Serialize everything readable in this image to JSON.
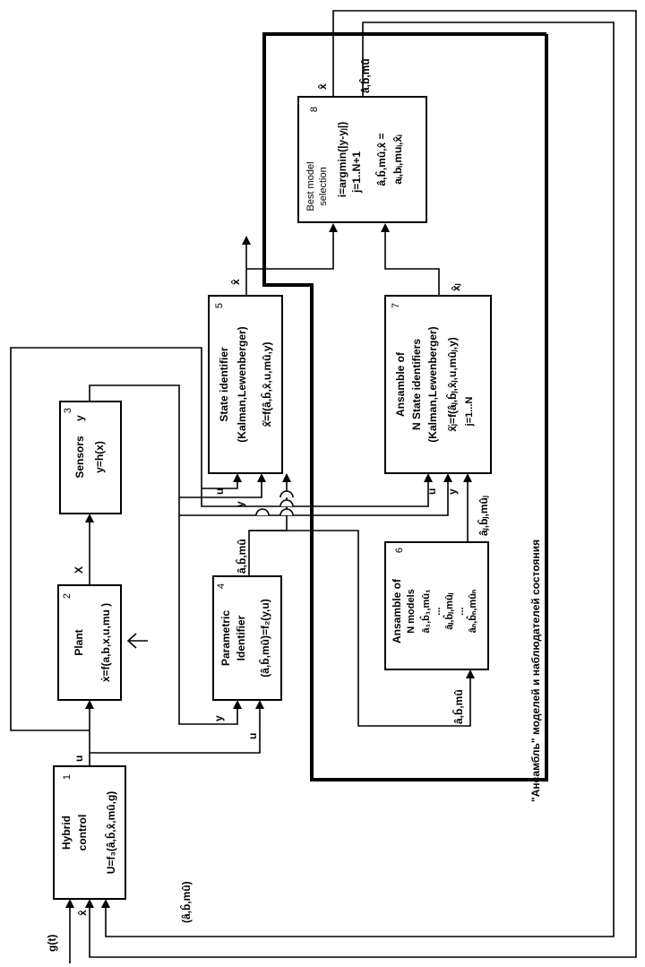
{
  "ensemble_caption": "\"Ансамбль\" моделей и наблюдателей состояния",
  "blocks": {
    "hybrid": {
      "number": "1",
      "title": "Hybrid",
      "subtitle": "control",
      "formula": "U=f₃(â,b̂,x̂,mû,g)"
    },
    "plant": {
      "number": "2",
      "title": "Plant",
      "formula": "ẋ=f(a,b,x,u,mu )"
    },
    "sensors": {
      "number": "3",
      "title": "Sensors",
      "formula": "y=h(x)"
    },
    "param": {
      "number": "4",
      "title": "Parametric",
      "subtitle": "Identifier",
      "formula": "(â,b̂,mû)=f₂(y,u)"
    },
    "state": {
      "number": "5",
      "title": "State identifier",
      "subtitle": "(Kalman,Lewenberger)",
      "formula": "x̂̇=f(â,b̂,x̂,u,mû,y)"
    },
    "models": {
      "number": "6",
      "title": "Ansamble of",
      "subtitle": "N  models",
      "rows": [
        "â₁,b̂₁,mû₁",
        "...",
        "âⱼ,b̂ⱼ,mûⱼ",
        "...",
        "âₙ,b̂ₙ,mûₙ"
      ]
    },
    "ens_state": {
      "number": "7",
      "title": "Ansamble of",
      "subtitle": "N  State identifiers",
      "subtitle2": "(Kalman,Lewenberger)",
      "formula": "x̂̇ⱼ=f(âⱼ,b̂ⱼ,x̂ⱼ,u,mûⱼ,y)",
      "index": "j=1...N"
    },
    "best": {
      "number": "8",
      "title": "Best model",
      "subtitle": "selection",
      "formula": "i=argmin(|y-yⱼ|)",
      "range": "j=1..N+1",
      "assign": "â,b̂,mû,x̂ =",
      "assign2": "aᵢ,bᵢ,muᵢ,x̂ᵢ"
    }
  },
  "signals": {
    "g": "g(t)",
    "x_hat": "x̂",
    "abmu_paren": "(â,b̂,mû)",
    "abmu": "â,b̂,mû",
    "u": "u",
    "x": "X",
    "y": "y",
    "xj": "x̂ⱼ",
    "abmu_j": "âⱼ,b̂ⱼ,mûⱼ"
  }
}
